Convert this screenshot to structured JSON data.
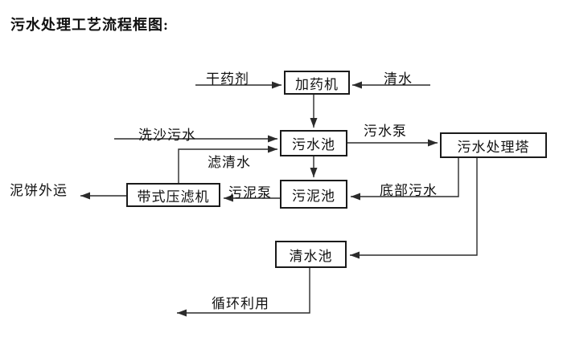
{
  "title": "污水处理工艺流程框图:",
  "nodes": {
    "dosing_machine": "加药机",
    "sewage_pool": "污水池",
    "treatment_tower": "污水处理塔",
    "sludge_pool": "污泥池",
    "belt_filter_press": "带式压滤机",
    "clean_water_pool": "清水池"
  },
  "labels": {
    "dry_agent": "干药剂",
    "clean_water": "清水",
    "sand_wash_sewage": "洗沙污水",
    "sewage_pump": "污水泵",
    "filtered_water": "滤清水",
    "sludge_pump": "污泥泵",
    "bottom_sewage": "底部污水",
    "mud_cake_out": "泥饼外运",
    "recycle_use": "循环利用"
  },
  "edges": [
    {
      "from": "干药剂",
      "to": "加药机",
      "label": "干药剂"
    },
    {
      "from": "清水",
      "to": "加药机",
      "label": "清水"
    },
    {
      "from": "加药机",
      "to": "污水池",
      "label": ""
    },
    {
      "from": "洗沙污水",
      "to": "污水池",
      "label": "洗沙污水"
    },
    {
      "from": "带式压滤机",
      "to": "污水池",
      "label": "滤清水"
    },
    {
      "from": "污水池",
      "to": "污水处理塔",
      "label": "污水泵"
    },
    {
      "from": "污水池",
      "to": "污泥池",
      "label": ""
    },
    {
      "from": "污水处理塔",
      "to": "污泥池",
      "label": "底部污水"
    },
    {
      "from": "污泥池",
      "to": "带式压滤机",
      "label": "污泥泵"
    },
    {
      "from": "带式压滤机",
      "to": "泥饼外运",
      "label": "泥饼外运"
    },
    {
      "from": "污水处理塔",
      "to": "清水池",
      "label": ""
    },
    {
      "from": "清水池",
      "to": "循环利用",
      "label": "循环利用"
    }
  ],
  "colors": {
    "line": "#2b2b2b",
    "text": "#111111",
    "box_border": "#1a1a1a",
    "background": "#ffffff"
  }
}
